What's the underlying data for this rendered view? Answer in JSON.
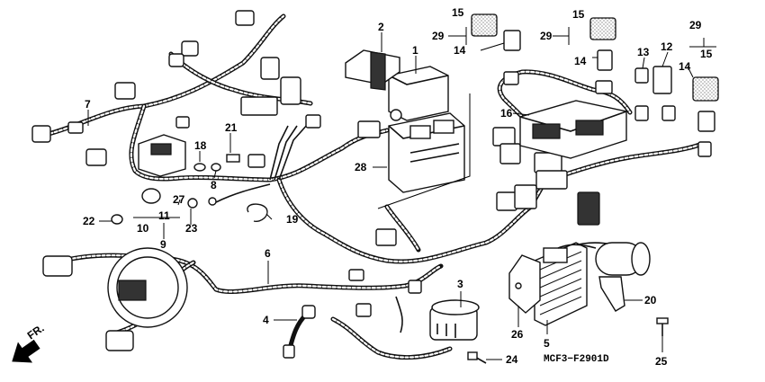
{
  "diagram": {
    "drawing_code": "MCF3−F2901D",
    "direction_label": "FR.",
    "callouts": [
      "1",
      "2",
      "3",
      "4",
      "5",
      "6",
      "7",
      "8",
      "9",
      "10",
      "11",
      "12",
      "13",
      "14",
      "14",
      "14",
      "14",
      "15",
      "15",
      "15",
      "15",
      "16",
      "18",
      "19",
      "20",
      "21",
      "22",
      "23",
      "24",
      "25",
      "26",
      "27",
      "28",
      "29",
      "29",
      "29"
    ]
  }
}
